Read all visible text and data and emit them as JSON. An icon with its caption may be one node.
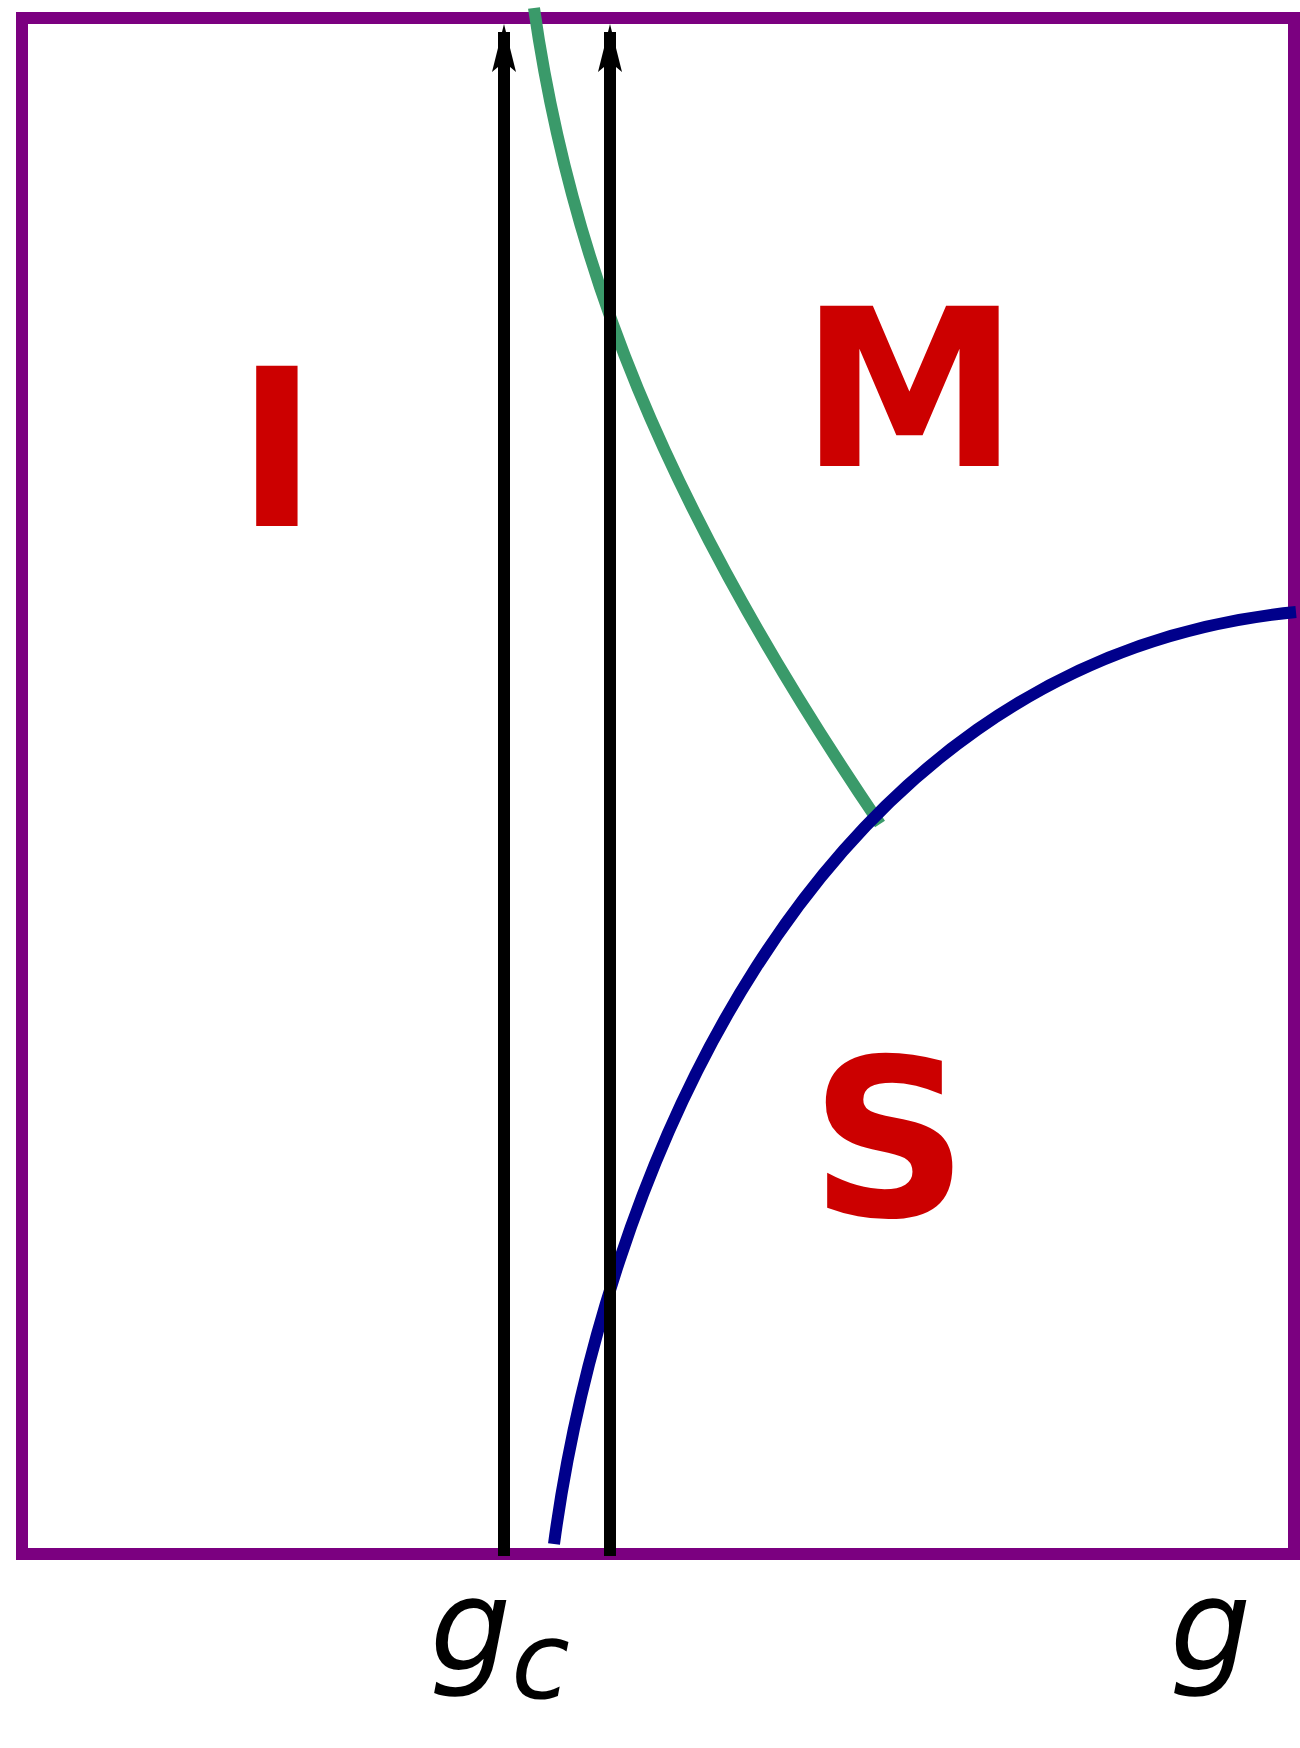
{
  "diagram": {
    "labels": [
      "I",
      "M",
      "S",
      "g$_{c}$",
      "g"
    ]
  }
}
